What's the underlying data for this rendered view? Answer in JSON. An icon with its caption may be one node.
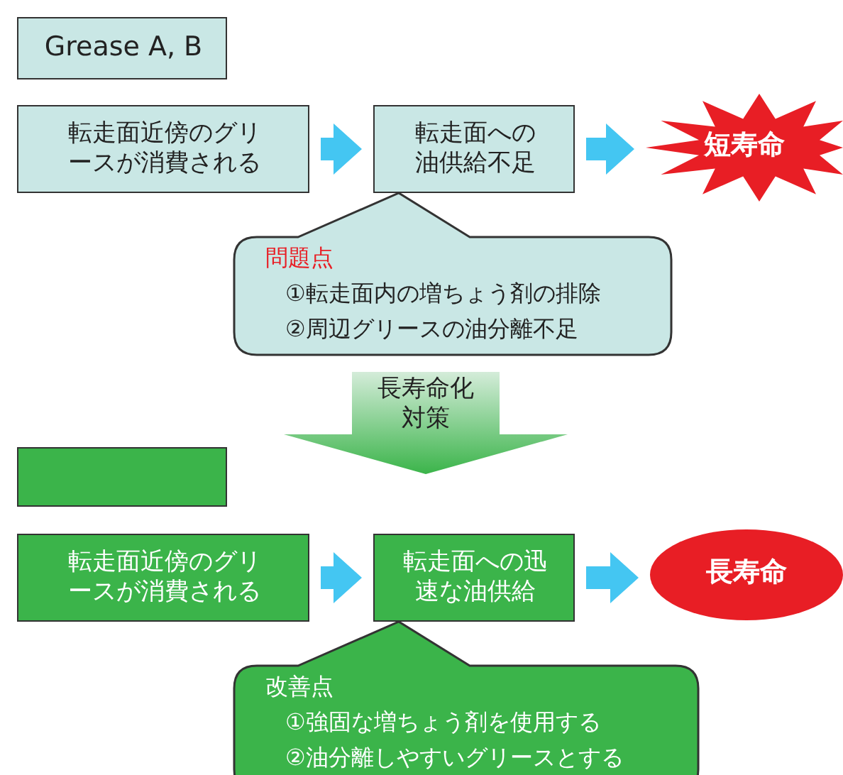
{
  "diagram": {
    "nodes": [
      {
        "text": [
          "Grease A, B"
        ]
      },
      {
        "text": [
          "転走面近傍のグリースが消費される"
        ]
      },
      {
        "text": [
          "転走面への油供給不足"
        ]
      },
      {
        "text": [
          "短寿命"
        ]
      },
      {
        "text": [
          "問題点",
          "①転走面内の増ちょう剤の排除",
          "②周辺グリースの油分離不足"
        ]
      },
      {
        "text": [],
        "shape": "box"
      },
      {
        "text": [
          "転走面近傍のグリースが消費される"
        ]
      },
      {
        "text": [
          "転走面への迅速な油供給"
        ]
      },
      {
        "text": [
          "長寿命"
        ]
      },
      {
        "text": [
          "改善点",
          "①強固な増ちょう剤を使用する",
          "②油分離しやすいグリースとする"
        ]
      }
    ],
    "edges": [
      {
        "from": 1,
        "to": 2,
        "arrow": "to"
      },
      {
        "from": 2,
        "to": 3,
        "arrow": "to"
      },
      {
        "from": 6,
        "to": 7,
        "arrow": "to"
      },
      {
        "from": 7,
        "to": 8,
        "arrow": "to"
      },
      {
        "from": 4,
        "to": null,
        "arrow": "to",
        "label": "長寿命化対策"
      }
    ]
  }
}
